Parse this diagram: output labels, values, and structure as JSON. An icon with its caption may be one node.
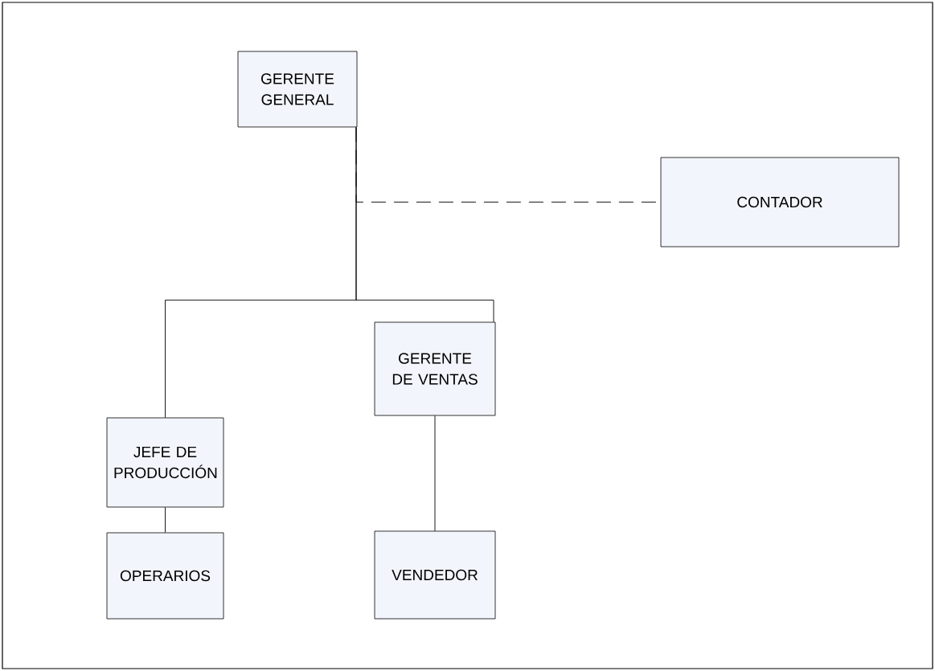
{
  "diagram": {
    "nodes": [
      {
        "text": [
          "GERENTE GENERAL"
        ]
      },
      {
        "text": [
          "CONTADOR"
        ]
      },
      {
        "text": [
          "GERENTE DE VENTAS"
        ]
      },
      {
        "text": [
          "JEFE DE PRODUCCIÓN"
        ]
      },
      {
        "text": [
          "OPERARIOS"
        ]
      },
      {
        "text": [
          "VENDEDOR"
        ]
      }
    ],
    "edges": [
      {
        "from": 0,
        "to": 1,
        "arrow": "none",
        "style": "dashed"
      },
      {
        "from": 0,
        "to": 3,
        "arrow": "none"
      },
      {
        "from": 0,
        "to": 2,
        "arrow": "none"
      },
      {
        "from": 3,
        "to": 4,
        "arrow": "none"
      },
      {
        "from": 2,
        "to": 5,
        "arrow": "none"
      }
    ]
  }
}
